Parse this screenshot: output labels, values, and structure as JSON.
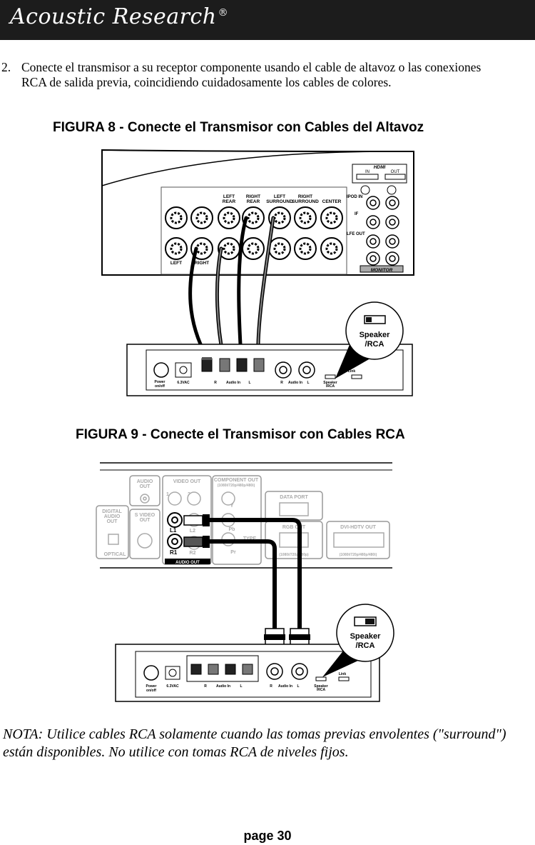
{
  "header": {
    "brand": "Acoustic Research",
    "reg_mark": "®"
  },
  "step": {
    "number": "2.",
    "text": "Conecte el transmisor a su receptor componente usando el cable de altavoz o las conexiones RCA de salida previa, coincidiendo cuidadosamente los cables de colores."
  },
  "figure8": {
    "title": "FIGURA 8 - Conecte el Transmisor con Cables del Altavoz",
    "receiver_labels": {
      "left_rear": [
        "LEFT",
        "REAR"
      ],
      "right_rear": [
        "RIGHT",
        "REAR"
      ],
      "left_surround": [
        "LEFT",
        "SURROUND"
      ],
      "right_surround": [
        "RIGHT",
        "SURROUND"
      ],
      "center": "CENTER",
      "left": "LEFT",
      "right": "RIGHT",
      "hdmi": "HDMI",
      "hdmi_in": "IN",
      "hdmi_out": "OUT",
      "ipod_in": "IPOD IN",
      "ir": "IF",
      "lfe_out": "LFE OUT",
      "monitor": "MONITOR"
    },
    "callout": [
      "Speaker",
      "/RCA"
    ]
  },
  "figure9": {
    "title": "FIGURA 9 - Conecte el Transmisor con Cables RCA",
    "source_labels": {
      "audio_out": [
        "AUDIO",
        "OUT"
      ],
      "video_out": "VIDEO OUT",
      "component_out": "COMPONENT OUT",
      "component_sub": "(1080i/720p/480p/480i)",
      "digital_audio_out": [
        "DIGITAL",
        "AUDIO",
        "OUT"
      ],
      "s_video_out": [
        "S VIDEO",
        "OUT"
      ],
      "optical": "OPTICAL",
      "data_port": "DATA PORT",
      "rgb_out": "RGB OUT",
      "rgb_sub": "(1080i/720p/480p)",
      "dvi_out": "DVI-HDTV OUT",
      "dvi_sub": "(1080i/720p/480p/480i)",
      "type": "TYPE",
      "y": "Y",
      "pb": "Pb",
      "pr": "Pr",
      "l1": "L1",
      "l2": "L2",
      "r1": "R1",
      "r2": "R2",
      "num1": "1",
      "num2": "2",
      "audio_out_bar": "AUDIO OUT"
    },
    "callout": [
      "Speaker",
      "/RCA"
    ]
  },
  "transmitter": {
    "power": [
      "Power",
      "on/off"
    ],
    "dc": "6.3VAC",
    "r": "R",
    "audio_in": "Audio In",
    "l": "L",
    "switch": [
      "Speaker",
      "/RCA"
    ],
    "link": "Link"
  },
  "note": "NOTA: Utilice cables RCA solamente cuando las tomas previas envolentes (\"surround\") están disponibles.  No utilice con tomas RCA de niveles fijos.",
  "page": "page 30"
}
